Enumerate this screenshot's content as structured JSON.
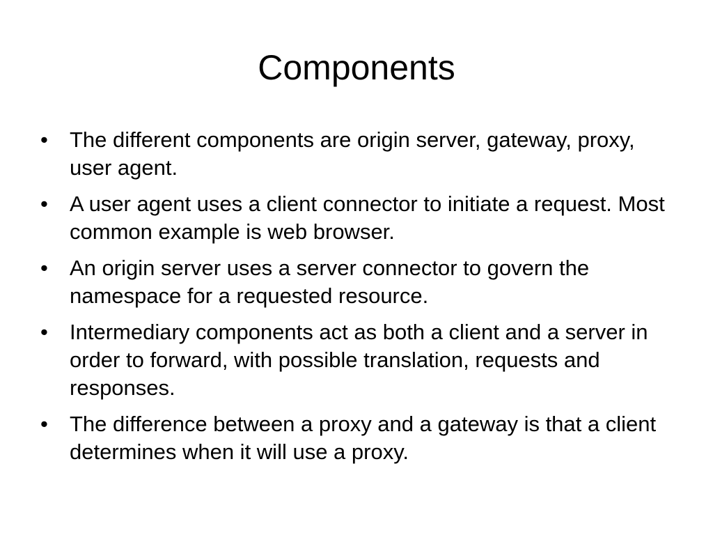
{
  "slide": {
    "title": "Components",
    "bullet_glyph": "•",
    "bullets": [
      "The different components are origin server, gateway, proxy, user agent.",
      "A user agent uses a client connector to initiate a request. Most common example is web browser.",
      "An origin server uses a server connector to govern the namespace for a requested resource.",
      "Intermediary components act as both a client and a server in order to forward, with possible translation, requests and responses.",
      "The difference between a proxy and a gateway is that a client determines when it will use a proxy."
    ]
  }
}
